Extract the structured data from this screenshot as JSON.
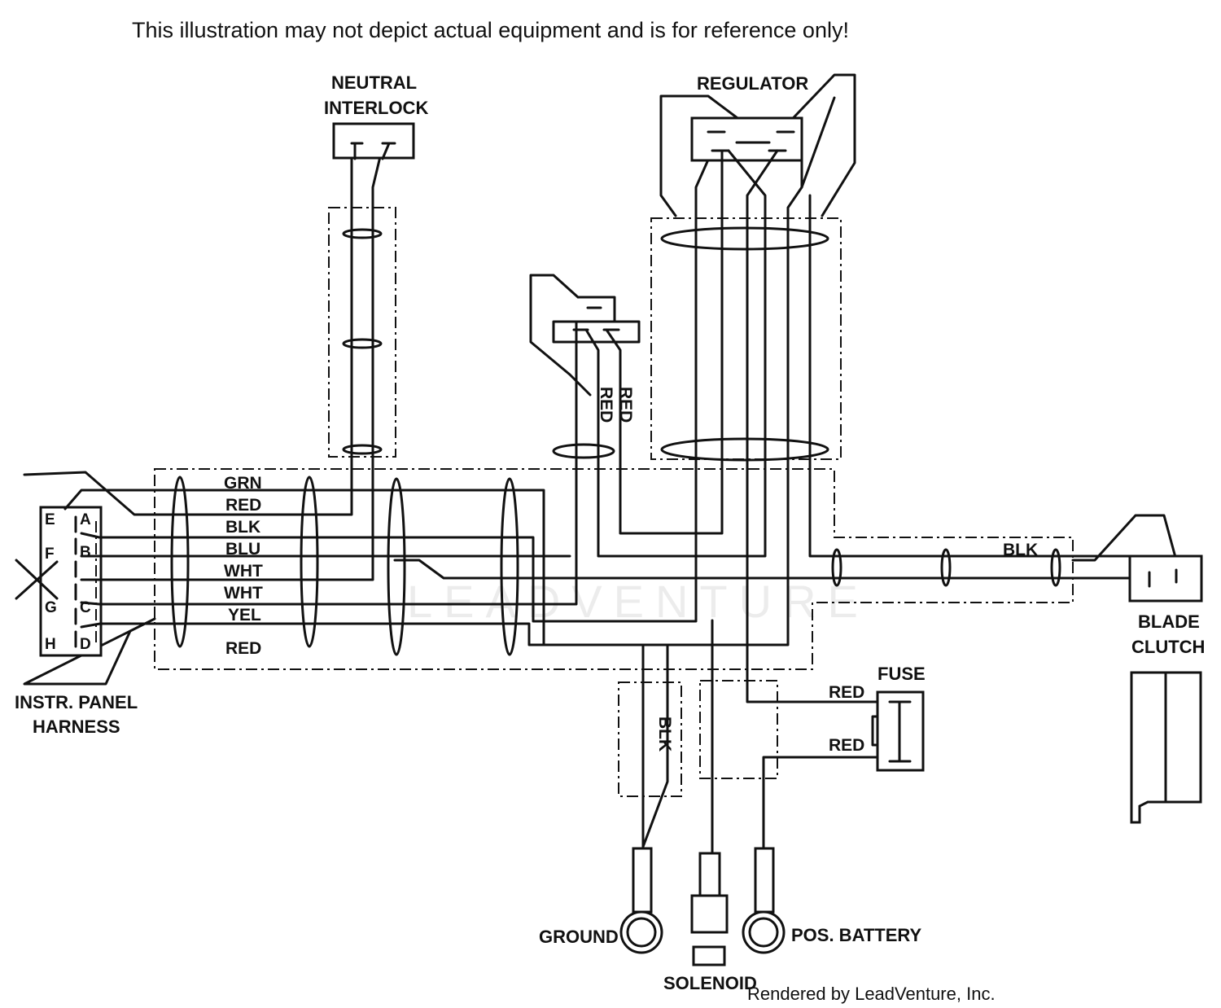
{
  "disclaimer": "This illustration may not depict actual equipment and is for reference only!",
  "credit": "Rendered by LeadVenture, Inc.",
  "watermark": "LEADVENTURE",
  "components": {
    "neutral_interlock": [
      "NEUTRAL",
      "INTERLOCK"
    ],
    "regulator": "REGULATOR",
    "blade_clutch": [
      "BLADE",
      "CLUTCH"
    ],
    "fuse": "FUSE",
    "instrument_panel_harness": [
      "INSTR. PANEL",
      "HARNESS"
    ],
    "ground": "GROUND",
    "solenoid": "SOLENOID",
    "pos_battery": "POS. BATTERY"
  },
  "connector_pins": [
    "E",
    "A",
    "F",
    "B",
    "G",
    "C",
    "H",
    "D"
  ],
  "harness_wires": [
    "GRN",
    "RED",
    "BLK",
    "BLU",
    "WHT",
    "WHT",
    "YEL",
    "RED"
  ],
  "other_wire_labels": {
    "switch_red_1": "RED",
    "switch_red_2": "RED",
    "blade_clutch_blk": "BLK",
    "ground_blk": "BLK",
    "fuse_red_top": "RED",
    "fuse_red_bottom": "RED"
  }
}
